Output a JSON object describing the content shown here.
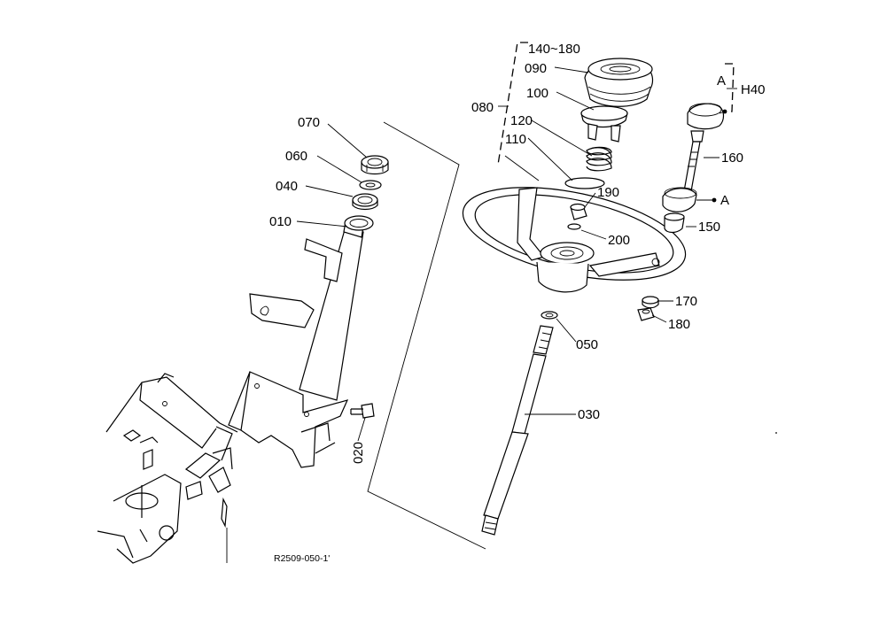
{
  "drawing_ref": "R2509-050-1'",
  "labels": {
    "l070": "070",
    "l060": "060",
    "l040": "040",
    "l010": "010",
    "l020": "020",
    "l030": "030",
    "l050": "050",
    "l080": "080",
    "l090": "090",
    "l100": "100",
    "l110": "110",
    "l120": "120",
    "l140_180": "140~180",
    "l150": "150",
    "l160": "160",
    "l170": "170",
    "l180": "180",
    "l190": "190",
    "l200": "200",
    "lH40": "H40",
    "lA_top": "A",
    "lA_knob": "A"
  }
}
